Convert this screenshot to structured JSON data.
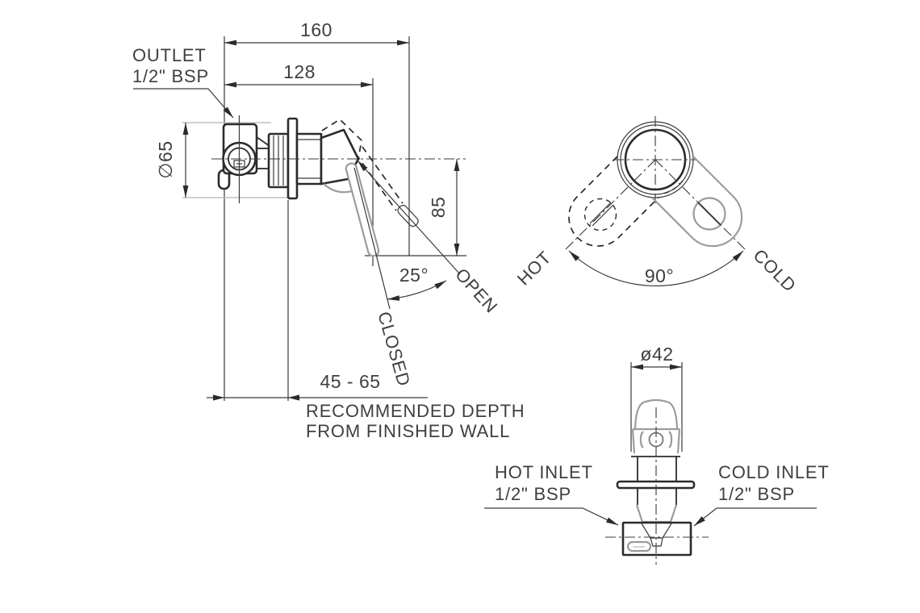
{
  "colors": {
    "line": "#2b2b2b",
    "gray": "#9c9c9c",
    "text": "#3f3f3f",
    "background": "#ffffff"
  },
  "side_view": {
    "dim_width_overall": "160",
    "dim_width_body": "128",
    "dim_plate_diameter": "∅65",
    "dim_handle_height": "85",
    "dim_handle_angle": "25°",
    "dim_depth_range": "45 - 65",
    "outlet_label": {
      "line1": "OUTLET",
      "line2": "1/2\" BSP"
    },
    "open_label": "OPEN",
    "closed_label": "CLOSED",
    "depth_note": {
      "line1": "RECOMMENDED DEPTH",
      "line2": "FROM FINISHED WALL"
    }
  },
  "front_view": {
    "hot_label": "HOT",
    "cold_label": "COLD",
    "dim_swing_angle": "90°"
  },
  "top_view": {
    "dim_cap_diameter": "ø42",
    "hot_inlet": {
      "line1": "HOT INLET",
      "line2": "1/2\" BSP"
    },
    "cold_inlet": {
      "line1": "COLD INLET",
      "line2": "1/2\" BSP"
    }
  }
}
